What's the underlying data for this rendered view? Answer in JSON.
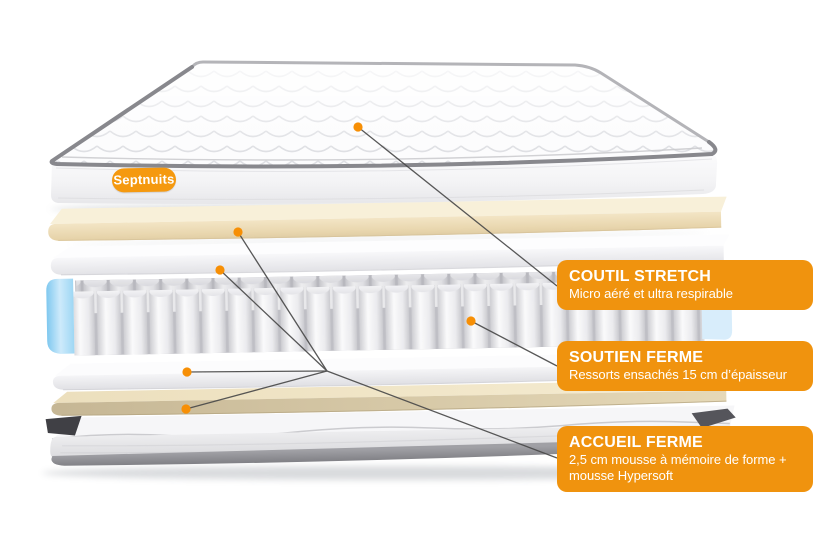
{
  "page": {
    "background": "#ffffff"
  },
  "brand": {
    "name": "Septnuits",
    "pill_color": "#F5990F"
  },
  "callouts": [
    {
      "title": "COUTIL STRETCH",
      "subtitle": "Micro aéré et ultra respirable"
    },
    {
      "title": "SOUTIEN FERME",
      "subtitle": "Ressorts ensachés 15 cm d’épaisseur"
    },
    {
      "title": "ACCUEIL FERME",
      "subtitle": "2,5 cm mousse à mémoire de forme + mousse Hypersoft"
    }
  ],
  "colors": {
    "callout_orange": "#F0930E",
    "marker_orange": "#F78F05",
    "connector_gray": "#4A4A4A",
    "spring_encasement_blue": "#8FCEF1",
    "memory_foam_cream": "#F0E2BF",
    "base_tan": "#CFC0A0"
  },
  "diagram": {
    "marker_names": [
      "quilted-cover-marker",
      "memory-foam-layer-marker",
      "hypersoft-foam-layer-marker",
      "pocket-springs-marker",
      "foam-under-springs-marker",
      "base-foam-layer-marker"
    ]
  }
}
